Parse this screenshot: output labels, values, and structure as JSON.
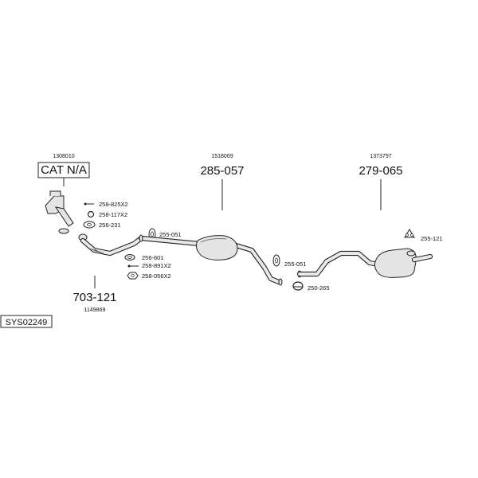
{
  "diagram": {
    "system_id": "SYS02249",
    "sections": [
      {
        "oe_number": "1308010",
        "part_number": "CAT N/A"
      },
      {
        "oe_number": "1518069",
        "part_number": "285-057"
      },
      {
        "oe_number": "1373797",
        "part_number": "279-065"
      },
      {
        "oe_number": "1149869",
        "part_number": "703-121"
      }
    ],
    "fittings": [
      "258-825X2",
      "258-117X2",
      "256-231",
      "255-051",
      "256-601",
      "258-891X2",
      "258-056X2",
      "255-051",
      "250-265",
      "255-121"
    ]
  }
}
